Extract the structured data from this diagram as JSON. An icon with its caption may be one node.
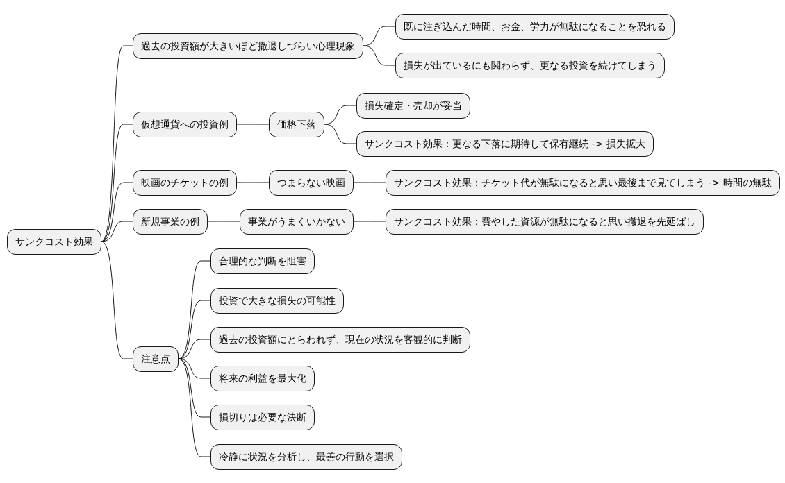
{
  "diagram": {
    "nodes": [
      {
        "text": [
          "サンクコスト効果"
        ]
      },
      {
        "text": [
          "過去の投資額が大きいほど撤退しづらい心理現象"
        ]
      },
      {
        "text": [
          "既に注ぎ込んだ時間、お金、労力が無駄になることを恐れる"
        ]
      },
      {
        "text": [
          "損失が出ているにも関わらず、更なる投資を続けてしまう"
        ]
      },
      {
        "text": [
          "仮想通貨への投資例"
        ]
      },
      {
        "text": [
          "価格下落"
        ]
      },
      {
        "text": [
          "損失確定・売却が妥当"
        ]
      },
      {
        "text": [
          "サンクコスト効果：更なる下落に期待して保有継続 -> 損失拡大"
        ]
      },
      {
        "text": [
          "映画のチケットの例"
        ]
      },
      {
        "text": [
          "つまらない映画"
        ]
      },
      {
        "text": [
          "サンクコスト効果：チケット代が無駄になると思い最後まで見てしまう -> 時間の無駄"
        ]
      },
      {
        "text": [
          "新規事業の例"
        ]
      },
      {
        "text": [
          "事業がうまくいかない"
        ]
      },
      {
        "text": [
          "サンクコスト効果：費やした資源が無駄になると思い撤退を先延ばし"
        ]
      },
      {
        "text": [
          "注意点"
        ]
      },
      {
        "text": [
          "合理的な判断を阻害"
        ]
      },
      {
        "text": [
          "投資で大きな損失の可能性"
        ]
      },
      {
        "text": [
          "過去の投資額にとらわれず、現在の状況を客観的に判断"
        ]
      },
      {
        "text": [
          "将来の利益を最大化"
        ]
      },
      {
        "text": [
          "損切りは必要な決断"
        ]
      },
      {
        "text": [
          "冷静に状況を分析し、最善の行動を選択"
        ]
      }
    ],
    "edges": [
      {
        "from": 0,
        "to": 1,
        "arrow": "none"
      },
      {
        "from": 1,
        "to": 2,
        "arrow": "none"
      },
      {
        "from": 1,
        "to": 3,
        "arrow": "none"
      },
      {
        "from": 0,
        "to": 4,
        "arrow": "none"
      },
      {
        "from": 4,
        "to": 5,
        "arrow": "none"
      },
      {
        "from": 5,
        "to": 6,
        "arrow": "none"
      },
      {
        "from": 5,
        "to": 7,
        "arrow": "none"
      },
      {
        "from": 0,
        "to": 8,
        "arrow": "none"
      },
      {
        "from": 8,
        "to": 9,
        "arrow": "none"
      },
      {
        "from": 9,
        "to": 10,
        "arrow": "none"
      },
      {
        "from": 0,
        "to": 11,
        "arrow": "none"
      },
      {
        "from": 11,
        "to": 12,
        "arrow": "none"
      },
      {
        "from": 12,
        "to": 13,
        "arrow": "none"
      },
      {
        "from": 0,
        "to": 14,
        "arrow": "none"
      },
      {
        "from": 14,
        "to": 15,
        "arrow": "none"
      },
      {
        "from": 14,
        "to": 16,
        "arrow": "none"
      },
      {
        "from": 14,
        "to": 17,
        "arrow": "none"
      },
      {
        "from": 14,
        "to": 18,
        "arrow": "none"
      },
      {
        "from": 14,
        "to": 19,
        "arrow": "none"
      },
      {
        "from": 14,
        "to": 20,
        "arrow": "none"
      }
    ]
  }
}
